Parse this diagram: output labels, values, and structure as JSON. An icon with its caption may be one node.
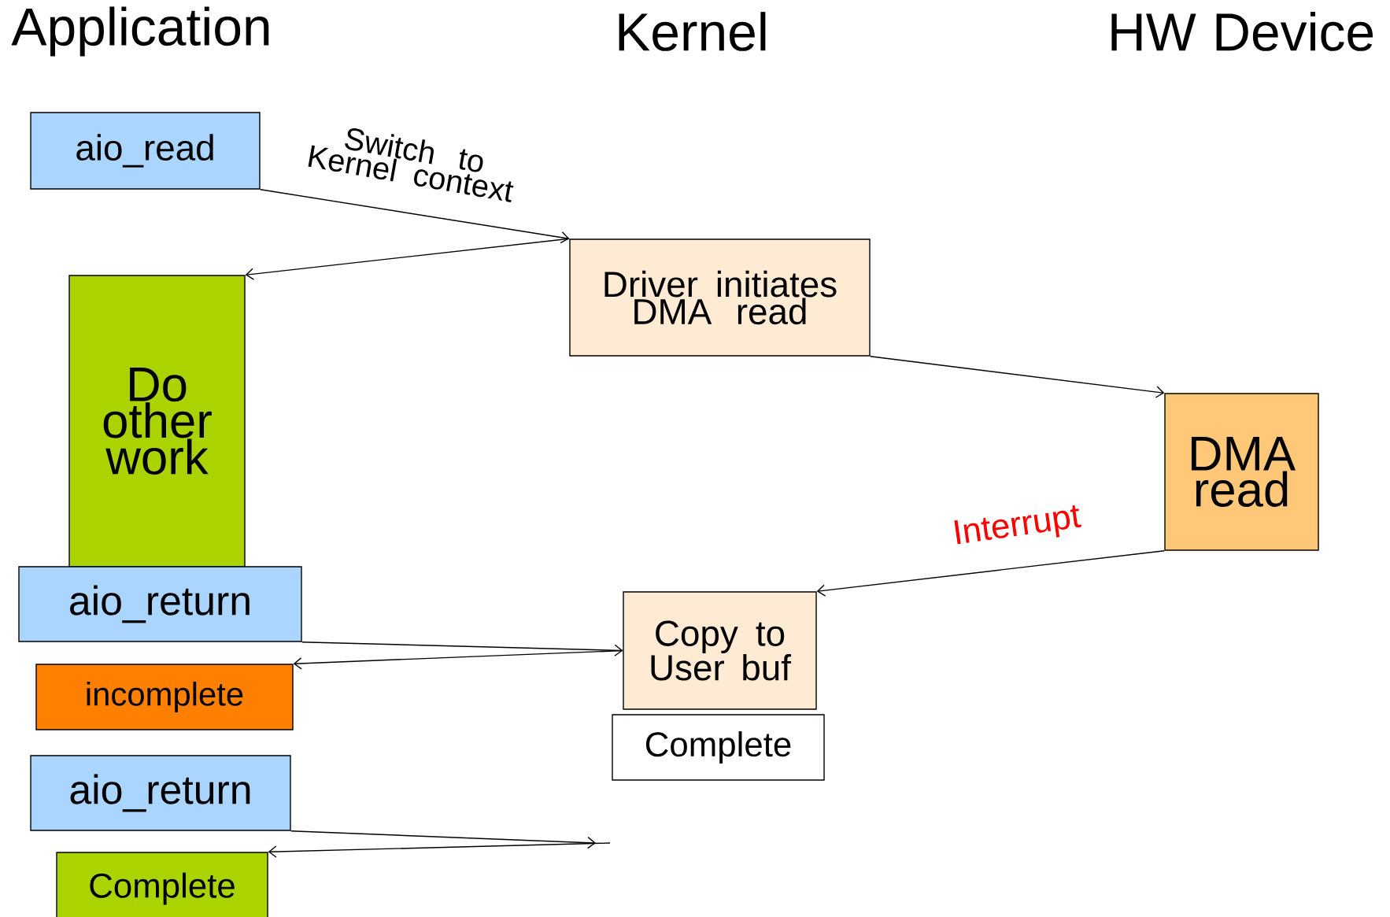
{
  "diagram": {
    "nodes": [
      {
        "text": [
          "aio_read"
        ]
      },
      {
        "text": [
          "Driver initiates DMA read"
        ]
      },
      {
        "text": [
          "Do other work"
        ]
      },
      {
        "text": [
          "DMA read"
        ]
      },
      {
        "text": [
          "aio_return"
        ]
      },
      {
        "text": [
          "Copy to User buf"
        ]
      },
      {
        "text": [
          "incomplete"
        ]
      },
      {
        "text": [
          "Complete"
        ]
      },
      {
        "text": [
          "aio_return"
        ]
      },
      {
        "text": [
          "Complete"
        ]
      }
    ],
    "edges": [
      {
        "from": 0,
        "to": 1,
        "arrow": "to",
        "label": "Switch to Kernel context"
      },
      {
        "from": 1,
        "to": 2,
        "arrow": "to"
      },
      {
        "from": 1,
        "to": 3,
        "arrow": "to"
      },
      {
        "from": 3,
        "to": 5,
        "arrow": "to",
        "label": "Interrupt"
      },
      {
        "from": 4,
        "to": 5,
        "arrow": "to"
      },
      {
        "from": 5,
        "to": 6,
        "arrow": "to"
      },
      {
        "from": 8,
        "to": null,
        "arrow": "to"
      },
      {
        "from": null,
        "to": 9,
        "arrow": "to"
      }
    ],
    "labels": [
      "Application",
      "Kernel",
      "HW Device"
    ]
  }
}
